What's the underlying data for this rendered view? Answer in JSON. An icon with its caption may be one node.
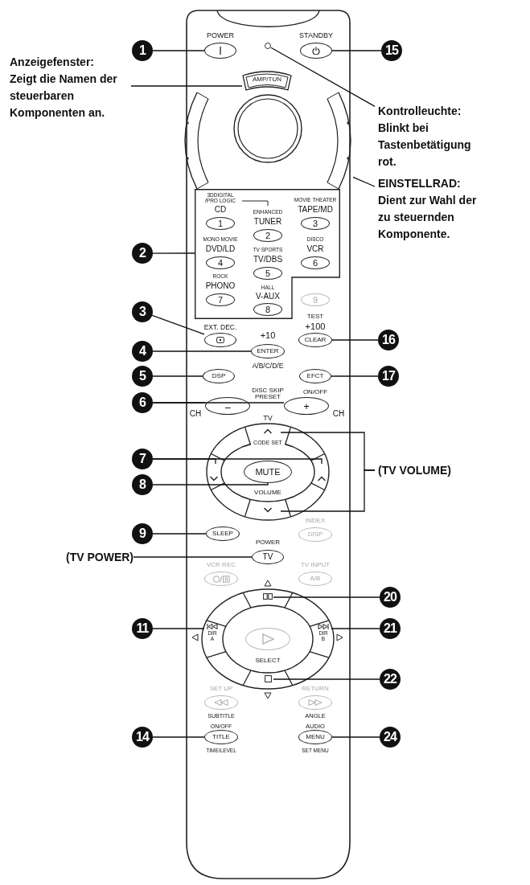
{
  "diagram": {
    "nodes": [
      {
        "text": [
          "1"
        ]
      },
      {
        "text": [],
        "shape": "ellipse",
        "beside": [
          "POWER"
        ]
      },
      {
        "text": [],
        "shape": "circle"
      },
      {
        "text": [],
        "shape": "ellipse",
        "beside": [
          "STANDBY"
        ]
      },
      {
        "text": [
          "15"
        ]
      },
      {
        "text": [
          "Anzeigefenster:",
          "Zeigt die Namen der steuerbaren Komponenten an."
        ]
      },
      {
        "text": [
          "AMP/TUN"
        ]
      },
      {
        "text": [
          "Kontrolleuchte:",
          "Blinkt bei Tastenbetätigung rot."
        ]
      },
      {
        "text": [],
        "shape": "ring"
      },
      {
        "text": [
          "EINSTELLRAD:",
          "Dient zur Wahl der zu steuernden Komponente."
        ]
      },
      {
        "text": [
          "2"
        ]
      },
      {
        "text": [],
        "shape": "box"
      },
      {
        "text": [
          "1"
        ],
        "in": 11,
        "beside": [
          "3DDIGITAL /PRO LOGIC",
          "CD"
        ]
      },
      {
        "text": [
          "2"
        ],
        "in": 11,
        "beside": [
          "ENHANCED",
          "TUNER"
        ]
      },
      {
        "text": [
          "3"
        ],
        "in": 11,
        "beside": [
          "MOVIE THEATER",
          "TAPE/MD"
        ]
      },
      {
        "text": [
          "4"
        ],
        "in": 11,
        "beside": [
          "MONO MOVIE",
          "DVD/LD"
        ]
      },
      {
        "text": [
          "5"
        ],
        "in": 11,
        "beside": [
          "TV SPORTS",
          "TV/DBS"
        ]
      },
      {
        "text": [
          "6"
        ],
        "in": 11,
        "beside": [
          "DISCO",
          "VCR"
        ]
      },
      {
        "text": [
          "7"
        ],
        "in": 11,
        "beside": [
          "ROCK",
          "PHONO"
        ]
      },
      {
        "text": [
          "8"
        ],
        "in": 11,
        "beside": [
          "HALL",
          "V-AUX"
        ]
      },
      {
        "text": [
          "9"
        ]
      },
      {
        "text": [
          "3"
        ]
      },
      {
        "text": [],
        "shape": "ellipse",
        "beside": [
          "EXT. DEC."
        ]
      },
      {
        "text": [
          "4"
        ]
      },
      {
        "text": [
          "ENTER"
        ],
        "beside": [
          "+10",
          "A/B/C/D/E"
        ]
      },
      {
        "text": [
          "CLEAR"
        ],
        "beside": [
          "TEST",
          "+100"
        ]
      },
      {
        "text": [
          "16"
        ]
      },
      {
        "text": [
          "5"
        ]
      },
      {
        "text": [
          "DSP"
        ]
      },
      {
        "text": [
          "EFCT"
        ],
        "beside": [
          "ON/OFF"
        ]
      },
      {
        "text": [
          "17"
        ]
      },
      {
        "text": [
          "6"
        ]
      },
      {
        "text": [
          "−"
        ],
        "beside": [
          "CH"
        ]
      },
      {
        "text": [
          "+"
        ],
        "beside": [
          "CH"
        ]
      },
      {
        "text": [],
        "shape": "segment"
      },
      {
        "text": [
          "7"
        ]
      },
      {
        "text": [],
        "shape": "segment"
      },
      {
        "text": [
          "MUTE"
        ]
      },
      {
        "text": [],
        "shape": "segment"
      },
      {
        "text": [
          "(TV VOLUME)"
        ]
      },
      {
        "text": [
          "8"
        ]
      },
      {
        "text": [],
        "shape": "segment"
      },
      {
        "text": [
          "9"
        ]
      },
      {
        "text": [
          "SLEEP"
        ]
      },
      {
        "text": [
          "DISP"
        ],
        "beside": [
          "INDEX"
        ]
      },
      {
        "text": [
          "(TV POWER)"
        ]
      },
      {
        "text": [
          "TV"
        ],
        "beside": [
          "POWER"
        ]
      },
      {
        "text": [],
        "shape": "ellipse",
        "beside": [
          "VCR REC"
        ]
      },
      {
        "text": [
          "A/B"
        ],
        "beside": [
          "TV INPUT"
        ]
      },
      {
        "text": [],
        "shape": "segment"
      },
      {
        "text": [
          "20"
        ]
      },
      {
        "text": [
          "11"
        ]
      },
      {
        "text": [
          "DIR A"
        ]
      },
      {
        "text": [],
        "shape": "ellipse"
      },
      {
        "text": [
          "DIR B"
        ]
      },
      {
        "text": [
          "21"
        ]
      },
      {
        "text": [],
        "shape": "segment"
      },
      {
        "text": [
          "22"
        ]
      },
      {
        "text": [],
        "shape": "ellipse",
        "beside": [
          "SET UP"
        ]
      },
      {
        "text": [],
        "shape": "ellipse",
        "beside": [
          "RETURN"
        ]
      },
      {
        "text": [
          "14"
        ]
      },
      {
        "text": [
          "TITLE"
        ],
        "beside": [
          "SUBTITLE",
          "ON/OFF",
          "TIME/LEVEL"
        ]
      },
      {
        "text": [
          "MENU"
        ],
        "beside": [
          "ANGLE",
          "AUDIO",
          "SET MENU"
        ]
      },
      {
        "text": [
          "24"
        ]
      }
    ],
    "edges": [
      {
        "from": 0,
        "to": 1,
        "arrow": "none"
      },
      {
        "from": 4,
        "to": 3,
        "arrow": "none"
      },
      {
        "from": 5,
        "to": 6,
        "arrow": "none"
      },
      {
        "from": 7,
        "to": 2,
        "arrow": "none"
      },
      {
        "from": 9,
        "to": 8,
        "arrow": "none"
      },
      {
        "from": 10,
        "to": 11,
        "arrow": "none"
      },
      {
        "from": 21,
        "to": 22,
        "arrow": "none"
      },
      {
        "from": 23,
        "to": 24,
        "arrow": "none"
      },
      {
        "from": 26,
        "to": 25,
        "arrow": "none"
      },
      {
        "from": 27,
        "to": 28,
        "arrow": "none"
      },
      {
        "from": 30,
        "to": 29,
        "arrow": "none"
      },
      {
        "from": 31,
        "to": 32,
        "arrow": "none"
      },
      {
        "from": 31,
        "to": 33,
        "arrow": "none"
      },
      {
        "from": 35,
        "to": 36,
        "arrow": "none"
      },
      {
        "from": 35,
        "to": 38,
        "arrow": "none"
      },
      {
        "from": 39,
        "to": 34,
        "arrow": "none"
      },
      {
        "from": 39,
        "to": 41,
        "arrow": "none"
      },
      {
        "from": 40,
        "to": 37,
        "arrow": "none"
      },
      {
        "from": 42,
        "to": 43,
        "arrow": "none"
      },
      {
        "from": 45,
        "to": 46,
        "arrow": "none"
      },
      {
        "from": 50,
        "to": 49,
        "arrow": "none"
      },
      {
        "from": 51,
        "to": 52,
        "arrow": "none"
      },
      {
        "from": 55,
        "to": 54,
        "arrow": "none"
      },
      {
        "from": 57,
        "to": 56,
        "arrow": "none"
      },
      {
        "from": 60,
        "to": 61,
        "arrow": "none"
      },
      {
        "from": 63,
        "to": 62,
        "arrow": "none"
      }
    ],
    "labels": [
      "DISC SKIP PRESET",
      "TV",
      "CODE SET",
      "VOLUME",
      "SELECT"
    ]
  }
}
